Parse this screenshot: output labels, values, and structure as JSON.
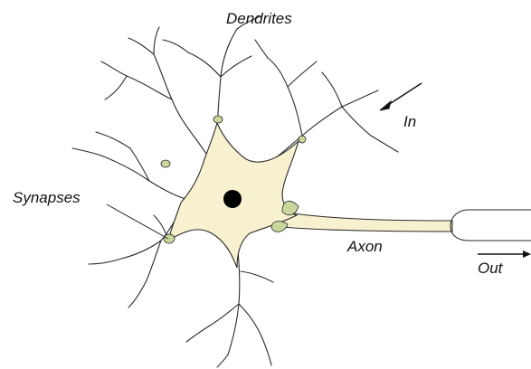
{
  "diagram": {
    "labels": {
      "dendrites": "Dendrites",
      "synapses": "Synapses",
      "axon": "Axon",
      "in": "In",
      "out": "Out"
    },
    "colors": {
      "soma_fill": "#f8f1cf",
      "synapse_fill": "#c9d79a",
      "nucleus": "#000000",
      "line": "#2a2a2a"
    }
  }
}
